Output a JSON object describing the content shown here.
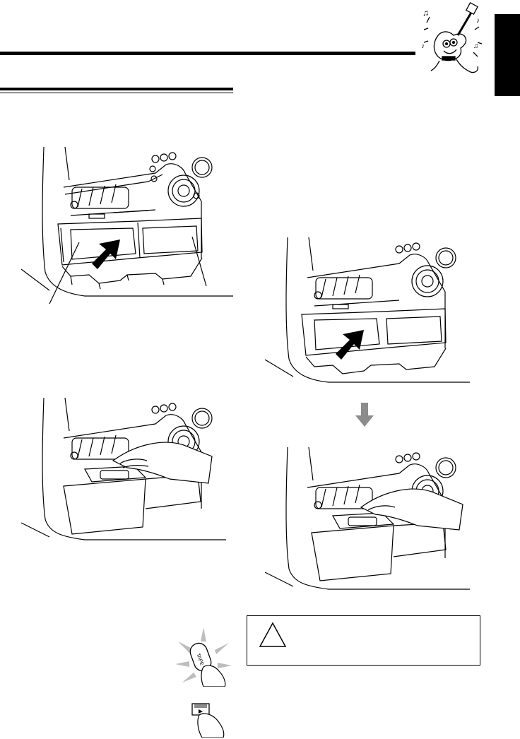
{
  "header": {
    "mascot_icon": "guitar-mascot-icon",
    "language_tab_color": "#000000"
  },
  "figures": {
    "eject_left": "tape-deck-eject-illustration",
    "insert_left": "tape-insert-hand-illustration",
    "eject_right": "tape-deck-eject-illustration",
    "insert_right": "tape-insert-hand-illustration",
    "next_step_arrow": "down-arrow-icon"
  },
  "buttons": {
    "tape_button_label": "TAPE",
    "play_button_icon": "play-button-icon"
  },
  "caution": {
    "icon": "warning-triangle-icon"
  }
}
